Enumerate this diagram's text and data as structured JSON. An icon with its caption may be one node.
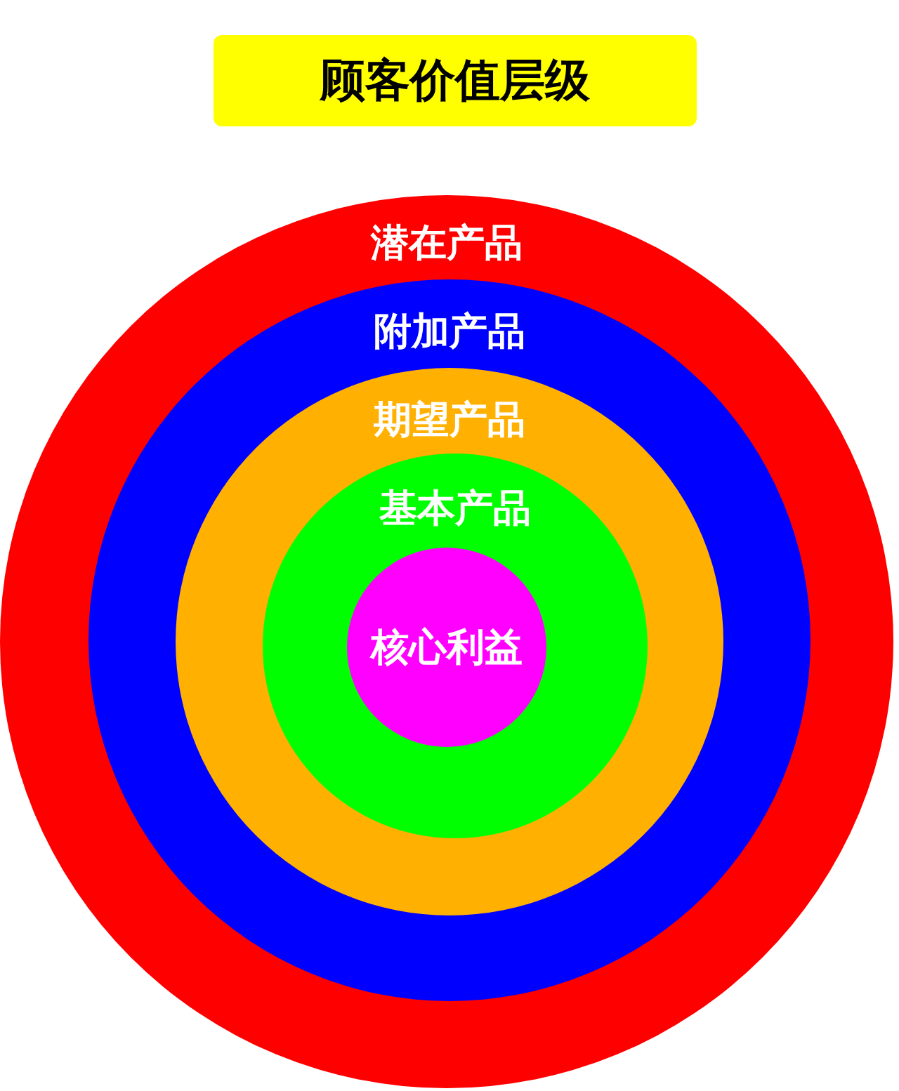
{
  "diagram": {
    "title": "顾客价值层级",
    "nodes": [
      {
        "text": [
          "潜在产品"
        ]
      },
      {
        "text": [
          "附加产品"
        ],
        "in": 0
      },
      {
        "text": [
          "期望产品"
        ],
        "in": 1
      },
      {
        "text": [
          "基本产品"
        ],
        "in": 2
      },
      {
        "text": [
          "核心利益"
        ],
        "in": 3
      }
    ]
  }
}
